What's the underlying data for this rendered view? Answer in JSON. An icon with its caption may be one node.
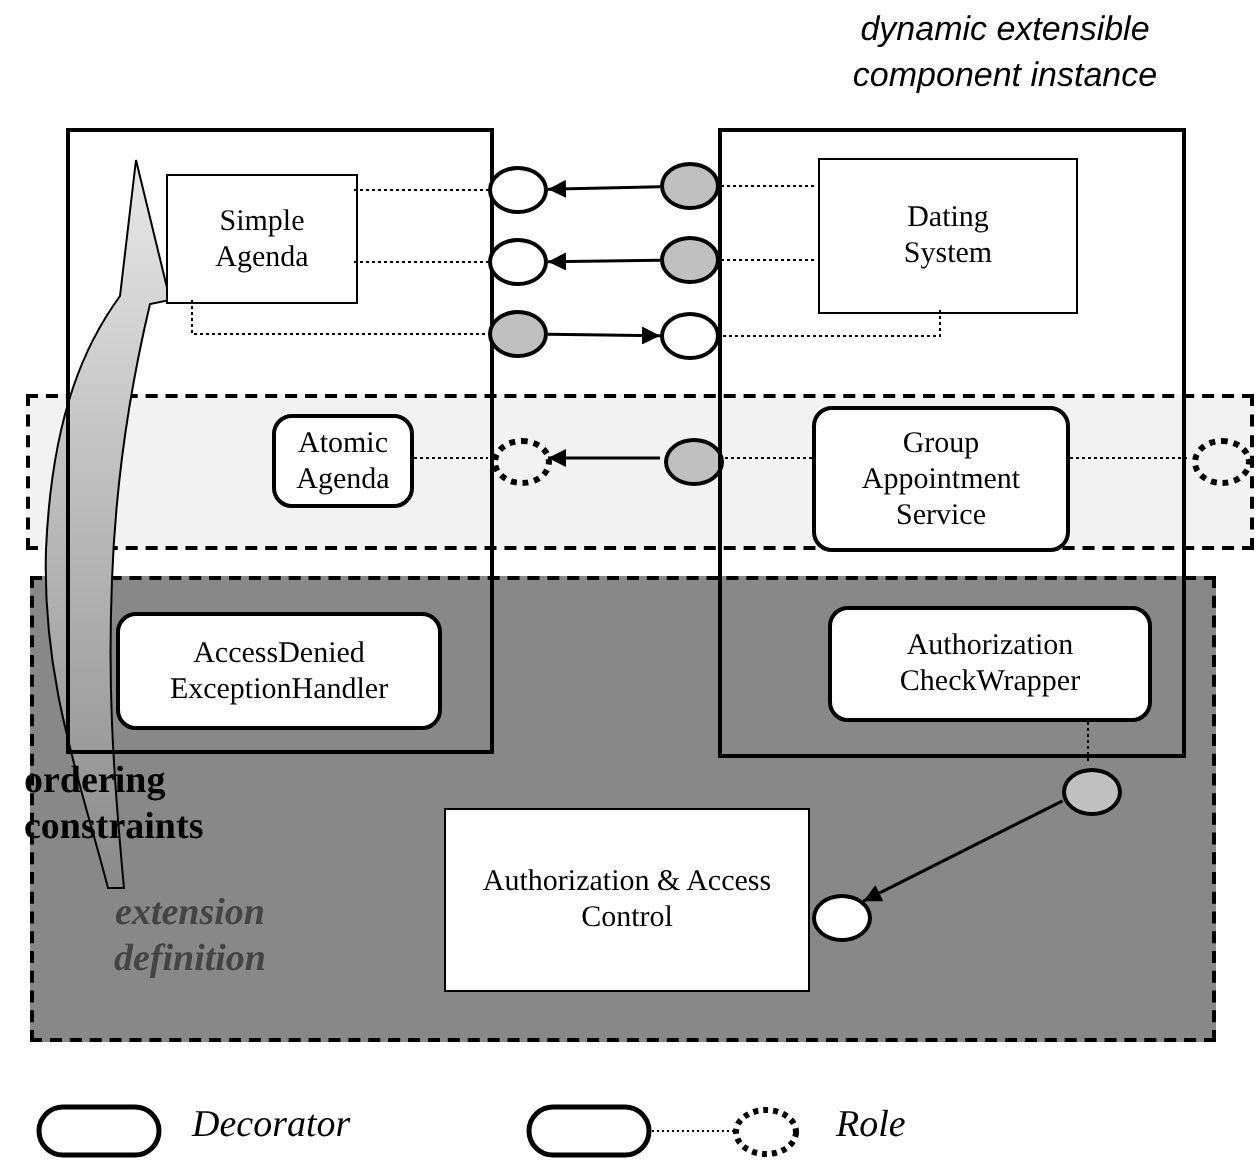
{
  "diagram": {
    "nodes": [
      {
        "text": [],
        "shape": "box"
      },
      {
        "text": [
          "Simple Agenda"
        ],
        "in": 0
      },
      {
        "text": [],
        "shape": "box"
      },
      {
        "text": [
          "Dating System"
        ],
        "in": 2
      },
      {
        "text": [],
        "shape": "band"
      },
      {
        "text": [
          "Atomic Agenda"
        ]
      },
      {
        "text": [
          "Group Appointment Service"
        ]
      },
      {
        "text": [],
        "shape": "band"
      },
      {
        "text": [
          "AccessDenied ExceptionHandler"
        ]
      },
      {
        "text": [
          "Authorization CheckWrapper"
        ]
      },
      {
        "text": [
          "Authorization & Access Control"
        ],
        "in": 7
      },
      {
        "text": [],
        "shape": "circle"
      },
      {
        "text": [],
        "shape": "circle"
      },
      {
        "text": [],
        "shape": "circle"
      },
      {
        "text": [],
        "shape": "circle"
      },
      {
        "text": [],
        "shape": "circle"
      },
      {
        "text": [],
        "shape": "circle"
      },
      {
        "text": [],
        "shape": "circle",
        "in": 4
      },
      {
        "text": [],
        "shape": "circle",
        "in": 4
      },
      {
        "text": [],
        "shape": "circle",
        "in": 4
      },
      {
        "text": [],
        "shape": "circle",
        "in": 7
      },
      {
        "text": [],
        "shape": "circle",
        "in": 7
      }
    ],
    "edges": [
      {
        "from": 14,
        "to": 11,
        "arrow": "to"
      },
      {
        "from": 15,
        "to": 12,
        "arrow": "to"
      },
      {
        "from": 13,
        "to": 16,
        "arrow": "to"
      },
      {
        "from": 18,
        "to": 17,
        "arrow": "to"
      },
      {
        "from": 20,
        "to": 21,
        "arrow": "to"
      },
      {
        "from": 1,
        "to": 11,
        "arrow": "none",
        "style": "dashed"
      },
      {
        "from": 1,
        "to": 12,
        "arrow": "none",
        "style": "dashed"
      },
      {
        "from": 1,
        "to": 13,
        "arrow": "none",
        "style": "dashed"
      },
      {
        "from": 3,
        "to": 14,
        "arrow": "none",
        "style": "dashed"
      },
      {
        "from": 3,
        "to": 15,
        "arrow": "none",
        "style": "dashed"
      },
      {
        "from": 3,
        "to": 16,
        "arrow": "none",
        "style": "dashed"
      },
      {
        "from": 5,
        "to": 17,
        "arrow": "none",
        "style": "dashed"
      },
      {
        "from": 6,
        "to": 18,
        "arrow": "none",
        "style": "dashed"
      },
      {
        "from": 6,
        "to": 19,
        "arrow": "none",
        "style": "dashed"
      },
      {
        "from": 9,
        "to": 20,
        "arrow": "none",
        "style": "dashed"
      }
    ],
    "labels": [
      "dynamic extensible component instance",
      "ordering constraints",
      "extension definition"
    ],
    "legend": [
      {
        "text": "Decorator"
      },
      {
        "text": "Role"
      }
    ]
  }
}
